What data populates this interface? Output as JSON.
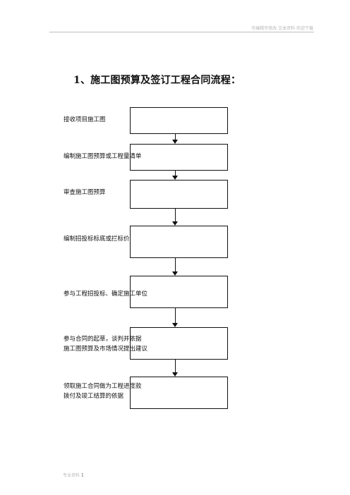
{
  "header": {
    "text": "可编辑可修改 文本资料 欢迎下载"
  },
  "title": "1、施工图预算及签订工程合同流程：",
  "steps": [
    {
      "line1": "接收项目施工图",
      "line2": ""
    },
    {
      "line1": "编制施工图预算或工程量清单",
      "line2": ""
    },
    {
      "line1": "审查施工图预算",
      "line2": ""
    },
    {
      "line1": "编制招投标标底或拦标价",
      "line2": ""
    },
    {
      "line1": "参与工程招投标、确定施工单位",
      "line2": ""
    },
    {
      "line1": "参与合同的起草，谈判并依据",
      "line2": "施工图预算及市场情况提出建议"
    },
    {
      "line1": "领取施工合同做为工程进度款",
      "line2": "拨付及竣工结算的依据"
    }
  ],
  "footer": {
    "label": "专业资料",
    "page": "1"
  }
}
